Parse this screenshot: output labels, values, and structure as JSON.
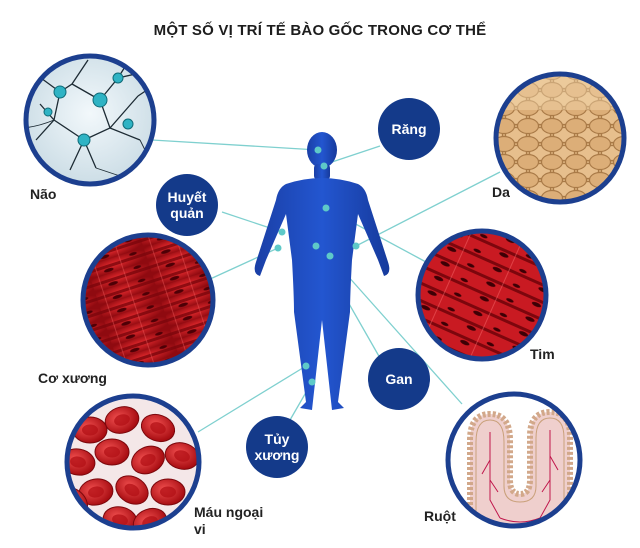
{
  "title": "MỘT SỐ VỊ TRÍ TẾ BÀO GỐC TRONG CƠ THỂ",
  "tissues": {
    "brain": "Não",
    "skin": "Da",
    "skeletal_muscle": "Cơ xương",
    "heart": "Tim",
    "blood": "Máu ngoại vi",
    "intestine": "Ruột"
  },
  "organs": {
    "teeth": "Răng",
    "vessels": "Huyết quản",
    "liver": "Gan",
    "marrow": "Tủy xương"
  },
  "colors": {
    "body": "#1a47b8",
    "badge": "#143a8a",
    "line": "#7fd0cf",
    "dot": "#5ec9c8",
    "muscle": "#c8141e",
    "blood": "#d4141c",
    "skin": "#d9b48a",
    "intestine": "#e9c4c2"
  }
}
